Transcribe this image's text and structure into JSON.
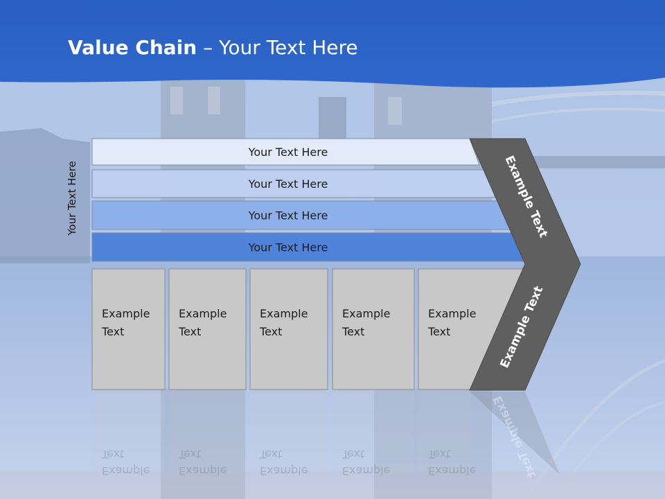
{
  "title": {
    "bold": "Value Chain",
    "rest": " – Your Text Here"
  },
  "side_label": "Your Text Here",
  "rows": [
    {
      "label": "Your Text Here",
      "fill": "#e3ebfa"
    },
    {
      "label": "Your Text Here",
      "fill": "#bdd0f1"
    },
    {
      "label": "Your Text Here",
      "fill": "#8eb0ea"
    },
    {
      "label": "Your Text Here",
      "fill": "#4f83da"
    }
  ],
  "boxes": [
    {
      "line1": "Example",
      "line2": "Text"
    },
    {
      "line1": "Example",
      "line2": "Text"
    },
    {
      "line1": "Example",
      "line2": "Text"
    },
    {
      "line1": "Example",
      "line2": "Text"
    },
    {
      "line1": "Example",
      "line2": "Text"
    }
  ],
  "chevron": {
    "upper": "Example Text",
    "lower": "Example Text"
  },
  "colors": {
    "header_blue": "#2c63c6",
    "chevron_gray": "#5f5f5f",
    "box_gray": "#c8c8c8"
  }
}
